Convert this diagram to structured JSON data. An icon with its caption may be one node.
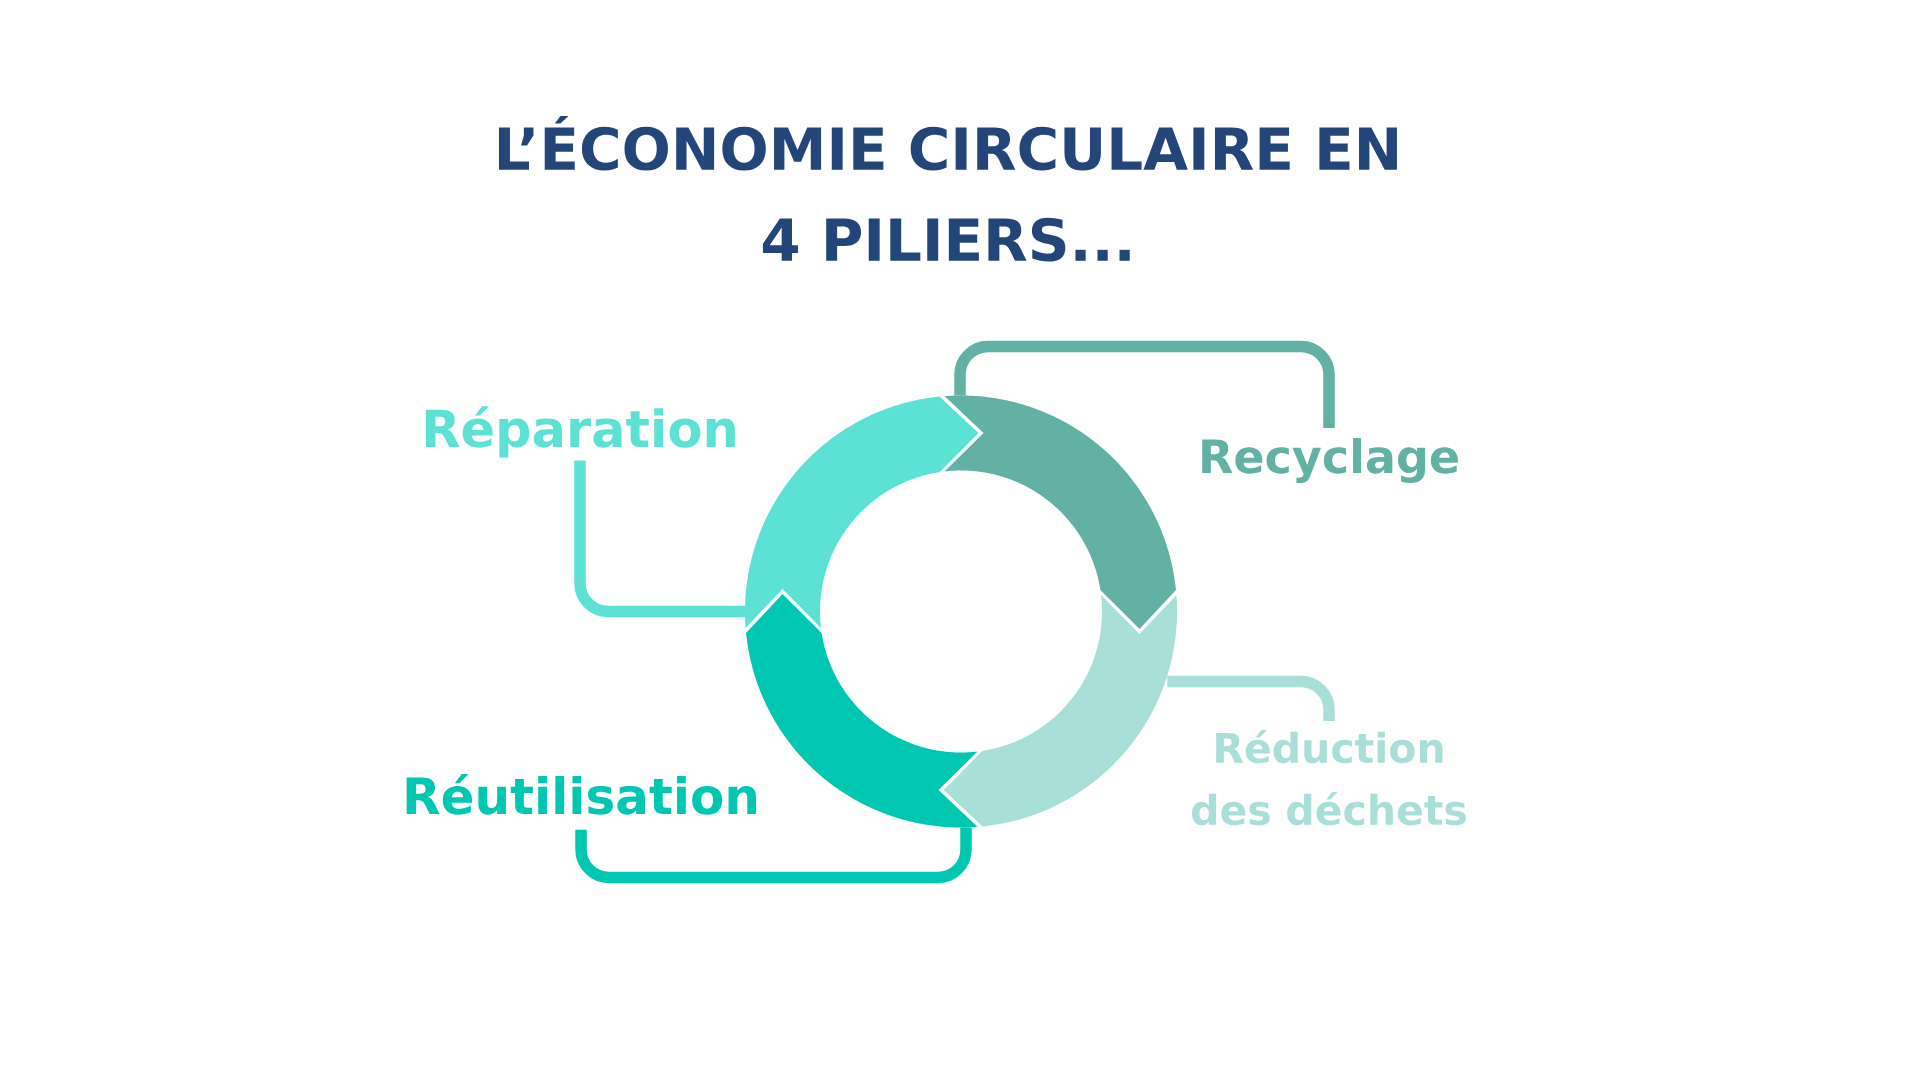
{
  "diagram": {
    "title": "L’ÉCONOMIE CIRCULAIRE EN 4 PILIERS...",
    "nodes": [
      {
        "text": [
          "Réparation"
        ]
      },
      {
        "text": [
          "Recyclage"
        ]
      },
      {
        "text": [
          "Réutilisation"
        ]
      },
      {
        "text": [
          "Réduction des déchets"
        ]
      },
      {
        "text": [],
        "shape": "arc"
      },
      {
        "text": [],
        "shape": "arc"
      },
      {
        "text": [],
        "shape": "arc"
      },
      {
        "text": [],
        "shape": "arc"
      }
    ],
    "edges": [
      {
        "from": 0,
        "to": 4,
        "arrow": "none",
        "color": "#5ce1d5"
      },
      {
        "from": 1,
        "to": 5,
        "arrow": "none",
        "color": "#61b1a5"
      },
      {
        "from": 2,
        "to": 6,
        "arrow": "none",
        "color": "#00c7b2"
      },
      {
        "from": 3,
        "to": 7,
        "arrow": "none",
        "color": "#a9dfd9"
      }
    ]
  }
}
